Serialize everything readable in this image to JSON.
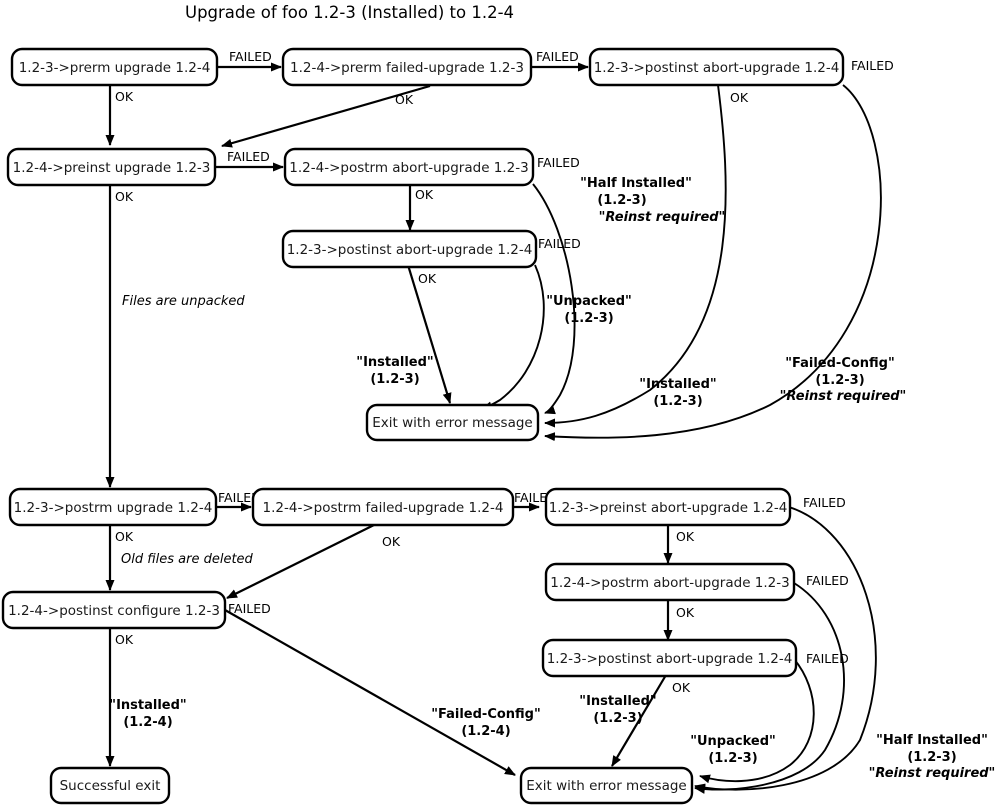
{
  "title": "Upgrade of foo 1.2-3 (Installed) to 1.2-4",
  "nodes": {
    "n1": "1.2-3->prerm upgrade 1.2-4",
    "n2": "1.2-4->prerm failed-upgrade 1.2-3",
    "n3": "1.2-3->postinst abort-upgrade 1.2-4",
    "n4": "1.2-4->preinst upgrade 1.2-3",
    "n5": "1.2-4->postrm abort-upgrade 1.2-3",
    "n6": "1.2-3->postinst abort-upgrade 1.2-4",
    "n7": "Exit with error message",
    "n8": "1.2-3->postrm upgrade 1.2-4",
    "n9": "1.2-4->postrm failed-upgrade 1.2-4",
    "n10": "1.2-3->preinst abort-upgrade 1.2-4",
    "n11": "1.2-4->postrm abort-upgrade 1.2-3",
    "n12": "1.2-3->postinst abort-upgrade 1.2-4",
    "n13": "1.2-4->postinst configure 1.2-3",
    "n14": "Successful exit",
    "n15": "Exit with error message"
  },
  "edge_labels": {
    "failed": "FAILED",
    "ok": "OK"
  },
  "edges": [
    {
      "id": "e1",
      "from": "n1",
      "to": "n2",
      "label": "FAILED"
    },
    {
      "id": "e2",
      "from": "n1",
      "to": "n4",
      "label": "OK"
    },
    {
      "id": "e3",
      "from": "n2",
      "to": "n3",
      "label": "FAILED"
    },
    {
      "id": "e4",
      "from": "n2",
      "to": "n4",
      "label": "OK"
    },
    {
      "id": "e5",
      "from": "n3",
      "to": "n7",
      "label": "FAILED"
    },
    {
      "id": "e6",
      "from": "n3",
      "to": "n7",
      "label": "OK"
    },
    {
      "id": "e7",
      "from": "n4",
      "to": "n5",
      "label": "FAILED"
    },
    {
      "id": "e8",
      "from": "n4",
      "to": "n8",
      "label": "OK"
    },
    {
      "id": "e9",
      "from": "n5",
      "to": "n7",
      "label": "FAILED"
    },
    {
      "id": "e10",
      "from": "n5",
      "to": "n6",
      "label": "OK"
    },
    {
      "id": "e11",
      "from": "n6",
      "to": "n7",
      "label": "FAILED"
    },
    {
      "id": "e12",
      "from": "n6",
      "to": "n7",
      "label": "OK"
    },
    {
      "id": "e13",
      "from": "n8",
      "to": "n9",
      "label": "FAILED"
    },
    {
      "id": "e14",
      "from": "n8",
      "to": "n13",
      "label": "OK"
    },
    {
      "id": "e15",
      "from": "n9",
      "to": "n10",
      "label": "FAILED"
    },
    {
      "id": "e16",
      "from": "n9",
      "to": "n13",
      "label": "OK"
    },
    {
      "id": "e17",
      "from": "n10",
      "to": "n11",
      "label": "OK"
    },
    {
      "id": "e18",
      "from": "n10",
      "to": "n15",
      "label": "FAILED"
    },
    {
      "id": "e19",
      "from": "n11",
      "to": "n12",
      "label": "OK"
    },
    {
      "id": "e20",
      "from": "n11",
      "to": "n15",
      "label": "FAILED"
    },
    {
      "id": "e21",
      "from": "n12",
      "to": "n15",
      "label": "OK"
    },
    {
      "id": "e22",
      "from": "n12",
      "to": "n15",
      "label": "FAILED"
    },
    {
      "id": "e23",
      "from": "n13",
      "to": "n14",
      "label": "OK"
    },
    {
      "id": "e24",
      "from": "n13",
      "to": "n15",
      "label": "FAILED"
    }
  ],
  "notes": {
    "unpacked_note": "Files are unpacked",
    "deleted_note": "Old files are deleted"
  },
  "state_annotations": [
    {
      "id": "s1",
      "line1": "\"Half Installed\"",
      "line2": "(1.2-3)",
      "line3": "\"Reinst required\""
    },
    {
      "id": "s2",
      "line1": "\"Unpacked\"",
      "line2": "(1.2-3)",
      "line3": ""
    },
    {
      "id": "s3",
      "line1": "\"Installed\"",
      "line2": "(1.2-3)",
      "line3": ""
    },
    {
      "id": "s4",
      "line1": "\"Installed\"",
      "line2": "(1.2-3)",
      "line3": ""
    },
    {
      "id": "s5",
      "line1": "\"Failed-Config\"",
      "line2": "(1.2-3)",
      "line3": "\"Reinst required\""
    },
    {
      "id": "s6",
      "line1": "\"Failed-Config\"",
      "line2": "(1.2-4)",
      "line3": ""
    },
    {
      "id": "s7",
      "line1": "\"Installed\"",
      "line2": "(1.2-3)",
      "line3": ""
    },
    {
      "id": "s8",
      "line1": "\"Unpacked\"",
      "line2": "(1.2-3)",
      "line3": ""
    },
    {
      "id": "s9",
      "line1": "\"Half Installed\"",
      "line2": "(1.2-3)",
      "line3": "\"Reinst required\""
    },
    {
      "id": "s10",
      "line1": "\"Installed\"",
      "line2": "(1.2-4)",
      "line3": ""
    }
  ],
  "colors": {
    "stroke": "#000000",
    "background": "#ffffff",
    "node_fill": "#ffffff"
  }
}
